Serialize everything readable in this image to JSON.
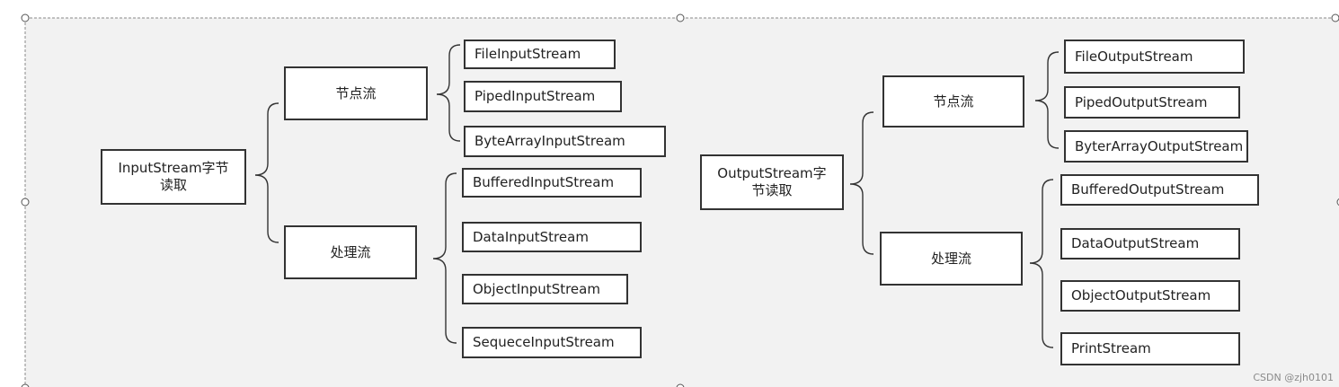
{
  "input_tree": {
    "root": "InputStream字节读取",
    "node_stream": {
      "label": "节点流",
      "children": [
        "FileInputStream",
        "PipedInputStream",
        "ByteArrayInputStream"
      ]
    },
    "processing_stream": {
      "label": "处理流",
      "children": [
        "BufferedInputStream",
        "DataInputStream",
        "ObjectInputStream",
        "SequeceInputStream"
      ]
    }
  },
  "output_tree": {
    "root": "OutputStream字节读取",
    "node_stream": {
      "label": "节点流",
      "children": [
        "FileOutputStream",
        "PipedOutputStream",
        "ByterArrayOutputStream"
      ]
    },
    "processing_stream": {
      "label": "处理流",
      "children": [
        "BufferedOutputStream",
        "DataOutputStream",
        "ObjectOutputStream",
        "PrintStream"
      ]
    }
  },
  "watermark": "CSDN @zjh0101"
}
